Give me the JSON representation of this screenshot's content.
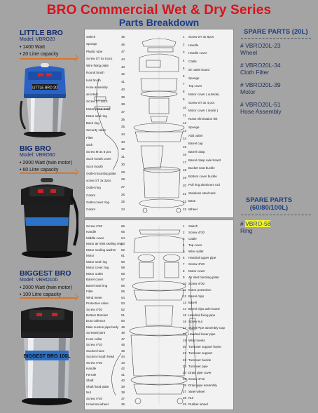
{
  "header": {
    "title": "BRO Commercial Wet & Dry Series",
    "subtitle": "Parts Breakdown"
  },
  "models": [
    {
      "name": "LITTLE BRO",
      "model_no": "Model: VBRO20",
      "specs": [
        "1400 Watt",
        "20 Litre capacity"
      ],
      "vac_label": "LITTLE BRO 20"
    },
    {
      "name": "BIG BRO",
      "model_no": "Model: VBRO60",
      "specs": [
        "2000 Watt (twin motor)",
        "60 Litre capacity"
      ]
    },
    {
      "name": "BIGGEST BRO",
      "model_no": "Model: VBRO100",
      "specs": [
        "2000 Watt (twin motor)",
        "100 Litre capacity"
      ],
      "vac_label": "BIGGEST BRO 100L"
    }
  ],
  "spare_20l": {
    "heading": "SPARE PARTS (20L)",
    "items": [
      {
        "code": "# VBRO20L-23",
        "desc": "Wheel"
      },
      {
        "code": "# VBRO20L-34",
        "desc": "Cloth Filter"
      },
      {
        "code": "# VBRO20L-39",
        "desc": "Motor"
      },
      {
        "code": "# VBRO20L-51",
        "desc": "Hose Assembly"
      }
    ]
  },
  "spare_large": {
    "heading_line1": "SPARE PARTS",
    "heading_line2": "(60/80/100L)",
    "code_prefix": "# ",
    "code_highlight": "VBRO-58",
    "desc": "Ring"
  },
  "diagram1": {
    "left_labels": [
      "Switch",
      "Sponge",
      "Plastic tube",
      "Screw ST 4x 8 pcs",
      "Wire fixing plate",
      "Round brush",
      "Hair brush",
      "Hose assembly",
      "air intact",
      "Screw ST 4x10",
      "Motor (VCZ-620)",
      "Motor seal ring",
      "Back ring",
      "Security valve",
      "Filter",
      "sack",
      "Screw M 3x 8 pcs",
      "Suck mouth cover",
      "Suck mouth",
      "Outlet mounting plate",
      "screw ST 3x 2pcs",
      "Outlet ring",
      "Castor",
      "Outlet cover ring",
      "Castor"
    ],
    "right_labels": [
      "Screw ST 3x 8pcs",
      "Handle",
      "Handle cover",
      "Cable",
      "air outlet board",
      "Sponge",
      "Top cover",
      "Motor cover ( outside)",
      "Screw ST 3x 4 pcs",
      "Motor cover ( inside )",
      "Noise elimination felt",
      "Sponge",
      "Add outlet",
      "Barrel cap",
      "Barrel clasp",
      "Barrel clasp axle board",
      "Bucket seat buckle",
      "Bottom cover buckle",
      "Pull ring aluminum rod",
      "Stainless steel tank",
      "Base",
      "Wheel"
    ],
    "numbers_left": [
      "45",
      "46",
      "47",
      "44",
      "43",
      "42",
      "41",
      "40",
      "39",
      "38",
      "37",
      "36",
      "35",
      "34",
      "33",
      "32",
      "31",
      "30",
      "29",
      "28",
      "27",
      "26",
      "25",
      "24"
    ],
    "numbers_right": [
      "1",
      "2",
      "3",
      "4",
      "5",
      "6",
      "7",
      "8",
      "9",
      "10",
      "11",
      "12",
      "13",
      "14",
      "15",
      "16",
      "17",
      "18",
      "19",
      "20",
      "21",
      "22",
      "23"
    ]
  },
  "diagram2": {
    "left_labels": [
      "Screw 4*20",
      "Handle",
      "Middle cover",
      "Motor air inlet sealing ring",
      "Motor sealing washer",
      "Motor",
      "Motor seal ring",
      "Motor cover ring",
      "Motor outlet",
      "Barrel cover",
      "Barrel seal ring",
      "Filter",
      "Wind meter",
      "Protective valve",
      "Screw 4*20",
      "Bottom Bracket",
      "Dust collector",
      "Main suction pipe body",
      "Screwed joint",
      "Hose collar",
      "Screw 4*10",
      "Suction hose",
      "Suction mouth head",
      "Screw 4*20",
      "Handle",
      "Ferrule",
      "Shaft",
      "Shaft fixed plate",
      "Nut",
      "Screw 4*20",
      "Universal wheel"
    ],
    "right_labels": [
      "Switch",
      "Screw 4*20",
      "Cable",
      "Top cover",
      "Wire outlet",
      "Handrail upper pipe",
      "Screw 4*20",
      "Motor cover",
      "Air inlet blocking plate",
      "Screw 4*30",
      "Motor protection",
      "Barrel clips",
      "Barrel",
      "Barrel clips axle board",
      "Handrail fixing pipe",
      "Screw nut",
      "Outlet Pipe assembly Cap",
      "Handrail lower pipe",
      "Wind meets",
      "Turnover support frame",
      "Turnover support",
      "Turnover buckle",
      "Turnover pipe",
      "Drain pipe cover",
      "Screw 4*16",
      "Drain pipe assembly",
      "Steel wheel",
      "Nut",
      "Rubber wheel"
    ],
    "numbers_left": [
      "66",
      "65",
      "64",
      "63",
      "62",
      "61",
      "60",
      "59",
      "58",
      "57",
      "56",
      "55",
      "54",
      "53",
      "52",
      "51",
      "50",
      "49",
      "48",
      "47",
      "46",
      "45",
      "44",
      "43",
      "42",
      "41",
      "40",
      "39",
      "38",
      "37",
      "36"
    ],
    "numbers_right": [
      "1",
      "2",
      "3",
      "4",
      "5",
      "6",
      "7",
      "8",
      "9",
      "10",
      "11",
      "12",
      "13",
      "14",
      "15",
      "16",
      "17",
      "18",
      "19",
      "20",
      "21",
      "22",
      "23",
      "24",
      "25",
      "26",
      "27",
      "28",
      "29"
    ]
  }
}
